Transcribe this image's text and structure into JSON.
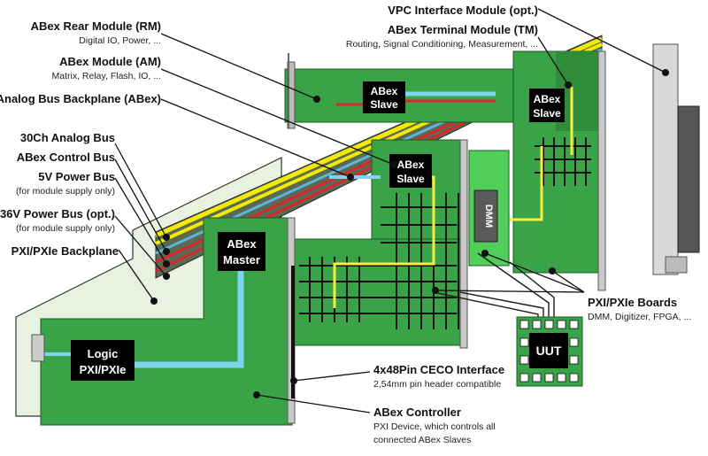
{
  "left_labels": [
    {
      "title": "ABex Rear Module (RM)",
      "sub": "Digital IO, Power, ..."
    },
    {
      "title": "ABex Module (AM)",
      "sub": "Matrix, Relay, Flash, IO, ..."
    },
    {
      "title": "Analog Bus Backplane (ABex)",
      "sub": ""
    },
    {
      "title": "30Ch Analog Bus",
      "sub": ""
    },
    {
      "title": "ABex Control Bus",
      "sub": ""
    },
    {
      "title": "5V Power Bus",
      "sub": "(for module supply only)"
    },
    {
      "title": "36V Power Bus (opt.)",
      "sub": "(for module supply only)"
    },
    {
      "title": "PXI/PXIe Backplane",
      "sub": ""
    }
  ],
  "top_labels": {
    "vpc": "VPC Interface Module (opt.)",
    "tm_title": "ABex Terminal Module (TM)",
    "tm_sub": "Routing, Signal Conditioning, Measurement, ..."
  },
  "right_labels": {
    "pxi_boards_title": "PXI/PXIe Boards",
    "pxi_boards_sub": "DMM, Digitizer, FPGA, ...",
    "ceco_title": "4x48Pin CECO Interface",
    "ceco_sub": "2,54mm pin header compatible",
    "controller_title": "ABex Controller",
    "controller_sub1": "PXI Device, which controls all",
    "controller_sub2": "connected ABex Slaves"
  },
  "blocks": {
    "abex_slave_rear_1": "ABex",
    "abex_slave_rear_2": "Slave",
    "abex_slave_mid_1": "ABex",
    "abex_slave_mid_2": "Slave",
    "abex_slave_tm_1": "ABex",
    "abex_slave_tm_2": "Slave",
    "abex_master_1": "ABex",
    "abex_master_2": "Master",
    "logic_1": "Logic",
    "logic_2": "PXI/PXIe",
    "dmm": "DMM",
    "uut": "UUT"
  },
  "colors": {
    "pcb": "#3aa348",
    "pcb_light": "#52cf5a",
    "backplane": "#e9f1e1",
    "analog_bus": "#f2ea00",
    "control_bus": "#5fb6dd",
    "power_bus": "#d8262c",
    "signal_yellow": "#f7ee40",
    "signal_blue": "#7fd3ef",
    "block": "#000000"
  }
}
